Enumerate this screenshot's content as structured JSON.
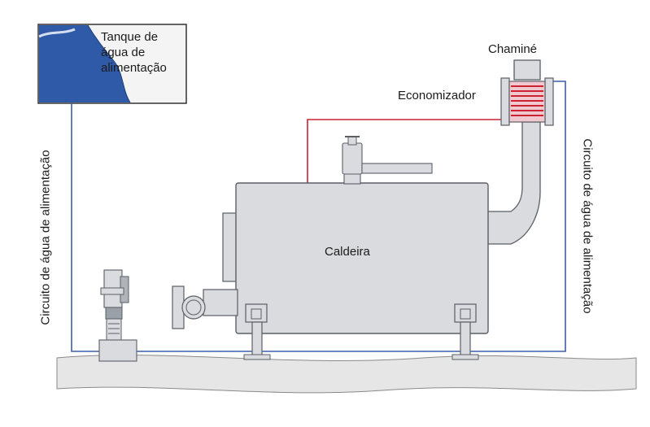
{
  "labels": {
    "tank": "Tanque de água de alimentação",
    "chimney": "Chaminé",
    "economizer": "Economizador",
    "boiler": "Caldeira",
    "circuit_left": "Circuito de água de alimentação",
    "circuit_right": "Circuito de água de alimentação"
  },
  "colors": {
    "feed_water_line": "#3b5ea8",
    "hot_water_line": "#cc2233",
    "equipment_fill": "#d9dbdf",
    "equipment_stroke": "#5a5f66",
    "tank_water": "#2f5aa8",
    "ground": "#e6e6e6"
  }
}
